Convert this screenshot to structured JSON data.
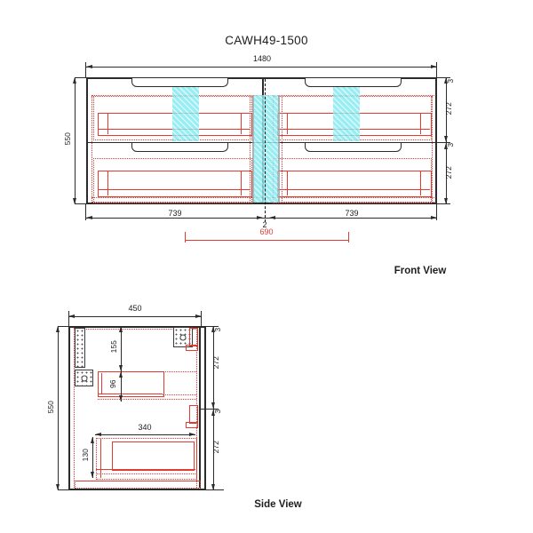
{
  "title": "CAWH49-1500",
  "front": {
    "label": "Front View",
    "width": "1480",
    "height": "550",
    "gap_top": "3",
    "drawer1": "272",
    "gap_mid": "3",
    "drawer2": "272",
    "left_half": "739",
    "center_gap": "2",
    "right_half": "739",
    "span": "690"
  },
  "side": {
    "label": "Side View",
    "depth": "450",
    "height": "550",
    "gap_top": "3",
    "front1": "272",
    "gap_mid": "3",
    "front2": "272",
    "offset_top": "155",
    "upper_box": "96",
    "drawer_depth": "340",
    "lower_box": "130"
  },
  "colors": {
    "line": "#2b2b2b",
    "red": "#e23b32",
    "cyan": "#7ee9ef",
    "gray": "#98a0a4"
  }
}
